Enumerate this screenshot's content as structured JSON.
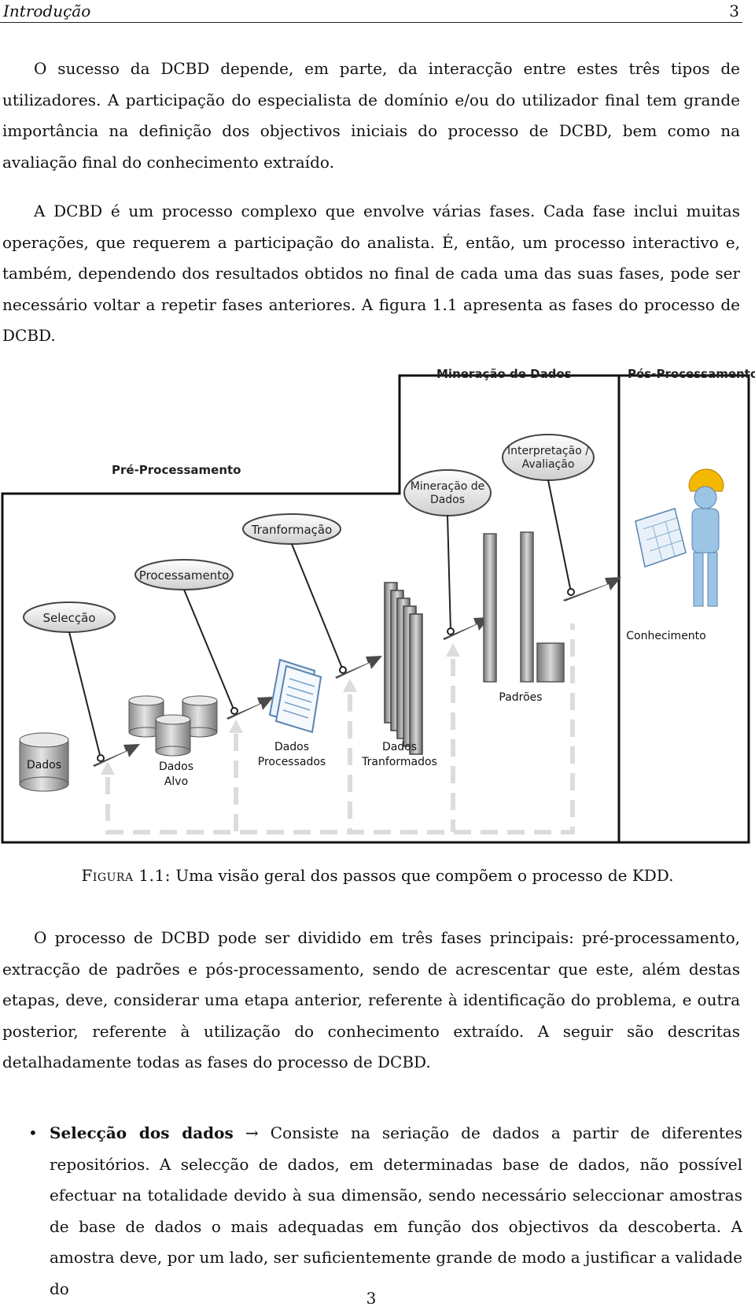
{
  "header": {
    "chapter": "Introdução",
    "page": "3"
  },
  "paragraphs": {
    "p1": "O sucesso da DCBD depende, em parte, da interacção entre estes três tipos de utilizadores. A participação do especialista de domínio e/ou do utilizador final tem grande importância na definição dos objectivos iniciais do processo de DCBD, bem como na avaliação final do conhecimento extraído.",
    "p2": "A DCBD é um processo complexo que envolve várias fases. Cada fase inclui muitas operações, que requerem a participação do analista. É, então, um processo interactivo e, também, dependendo dos resultados obtidos no final de cada uma das suas fases, pode ser necessário voltar a repetir fases anteriores. A figura 1.1 apresenta as fases do processo de DCBD.",
    "p3": "O processo de DCBD pode ser dividido em três fases principais: pré-processamento, extracção de padrões e pós-processamento, sendo de acrescentar que este, além destas etapas, deve, considerar uma etapa anterior, referente à identificação do problema, e outra posterior, referente à utilização do conhecimento extraído. A seguir são descritas detalhadamente todas as fases do processo de DCBD."
  },
  "figure": {
    "phase_mining": "Mineração de Dados",
    "phase_post": "Pós-Processamento",
    "phase_pre": "Pré-Processamento",
    "step_selection": "Selecção",
    "step_processing": "Processamento",
    "step_transformation": "Tranformação",
    "step_mining_1": "Mineração de",
    "step_mining_2": "Dados",
    "step_interp_1": "Interpretação /",
    "step_interp_2": "Avaliação",
    "node_data": "Dados",
    "node_target_1": "Dados",
    "node_target_2": "Alvo",
    "node_processed_1": "Dados",
    "node_processed_2": "Processados",
    "node_transformed_1": "Dados",
    "node_transformed_2": "Tranformados",
    "node_patterns": "Padrões",
    "node_knowledge": "Conhecimento",
    "caption_label": "Figura 1.1:",
    "caption_text": "Uma visão geral dos passos que compõem o processo de KDD."
  },
  "bullets": [
    {
      "term": "Selecção dos dados",
      "arrow": "→",
      "text": "Consiste na seriação de dados a partir de diferentes repositórios. A selecção de dados, em determinadas base de dados, não possível efectuar na totalidade devido à sua dimensão, sendo necessário seleccionar amostras de base de dados o mais adequadas em função dos objectivos da descoberta. A amostra deve, por um lado, ser suficientemente grande de modo a justificar a validade do"
    }
  ],
  "footer": {
    "page_number": "3"
  }
}
